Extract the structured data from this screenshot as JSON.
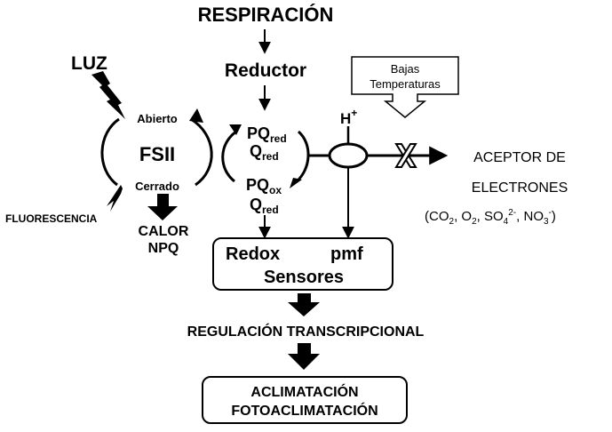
{
  "title": "RESPIRACIÓN",
  "reductor": "Reductor",
  "light": "LUZ",
  "low_temp": {
    "line1": "Bajas",
    "line2": "Temperaturas"
  },
  "psii": {
    "label": "FSII",
    "open": "Abierto",
    "closed": "Cerrado"
  },
  "fluorescence": "FLUORESCENCIA",
  "heat": {
    "line1": "CALOR",
    "line2": "NPQ"
  },
  "pq_red": {
    "base": "PQ",
    "sub": "red"
  },
  "q_red_top": {
    "base": "Q",
    "sub": "red"
  },
  "pq_ox": {
    "base": "PQ",
    "sub": "ox"
  },
  "q_red_bottom": {
    "base": "Q",
    "sub": "red"
  },
  "proton": {
    "base": "H",
    "sup": "+"
  },
  "acceptor": {
    "line1": "ACEPTOR DE",
    "line2": "ELECTRONES",
    "molecules": {
      "open": "(",
      "co2": {
        "base": "CO",
        "sub": "2"
      },
      "sep1": ", ",
      "o2": {
        "base": "O",
        "sub": "2"
      },
      "sep2": ", ",
      "so4": {
        "base": "SO",
        "sub": "4",
        "sup": "2-"
      },
      "sep3": ", ",
      "no3": {
        "base": "NO",
        "sub": "3",
        "sup": "-"
      },
      "close": ")"
    }
  },
  "sensors": {
    "redox": "Redox",
    "pmf": "pmf",
    "label": "Sensores"
  },
  "regulation": "REGULACIÓN TRANSCRIPCIONAL",
  "acclimation": {
    "line1": "ACLIMATACIÓN",
    "line2": "FOTOACLIMATACIÓN"
  }
}
